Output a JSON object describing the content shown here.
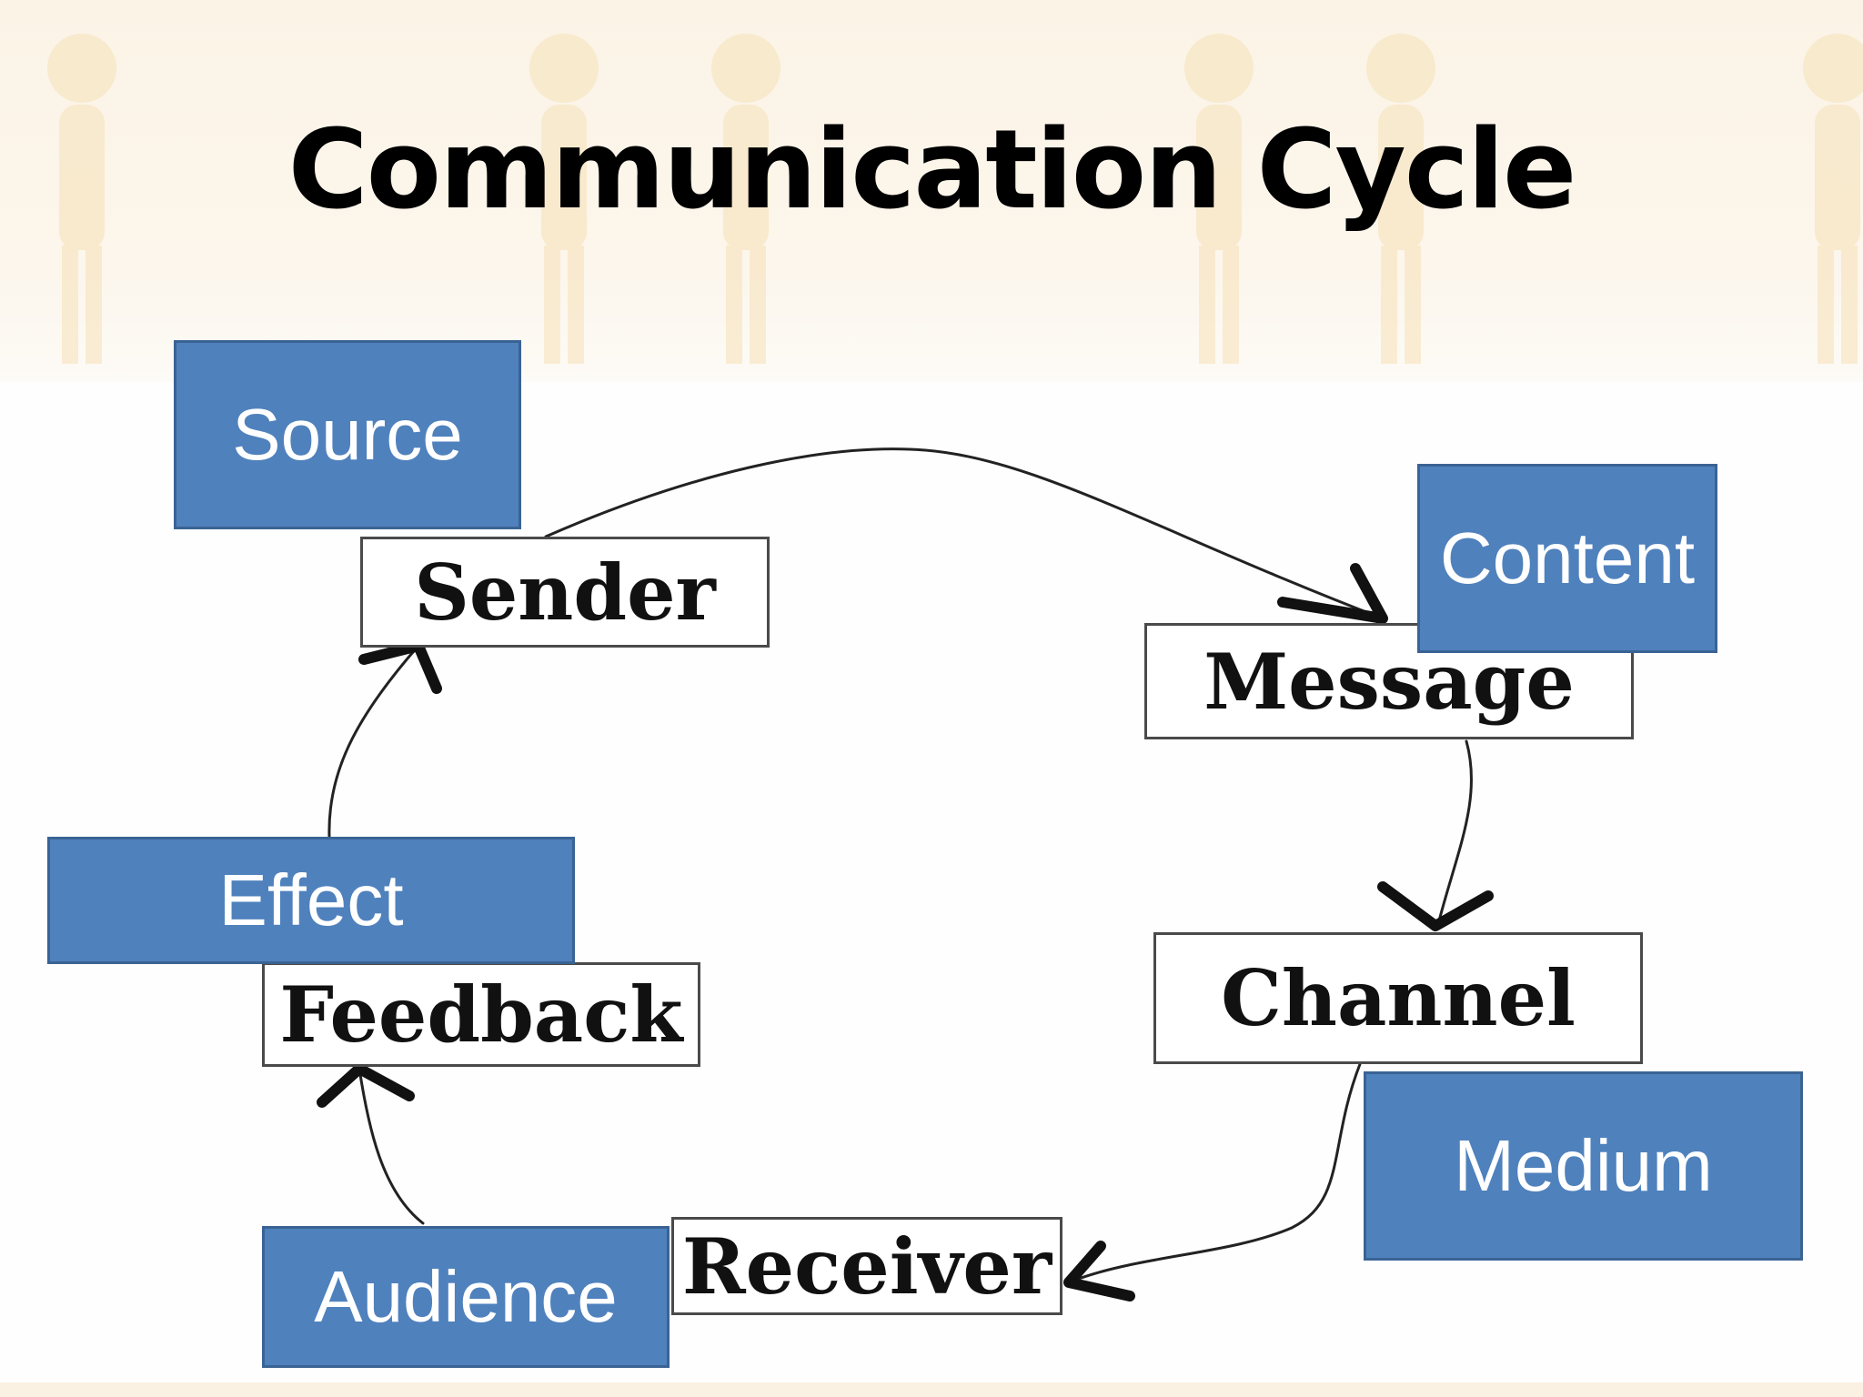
{
  "title": "Communication Cycle",
  "diagram": {
    "nodes": {
      "sender": "Sender",
      "message": "Message",
      "channel": "Channel",
      "receiver": "Receiver",
      "feedback": "Feedback"
    },
    "tags": {
      "source": "Source",
      "content": "Content",
      "medium": "Medium",
      "audience": "Audience",
      "effect": "Effect"
    }
  },
  "colors": {
    "tag_fill": "#4f81bd",
    "tag_border": "#3a6394",
    "node_border": "#4a4a4a",
    "arrow": "#222222"
  }
}
